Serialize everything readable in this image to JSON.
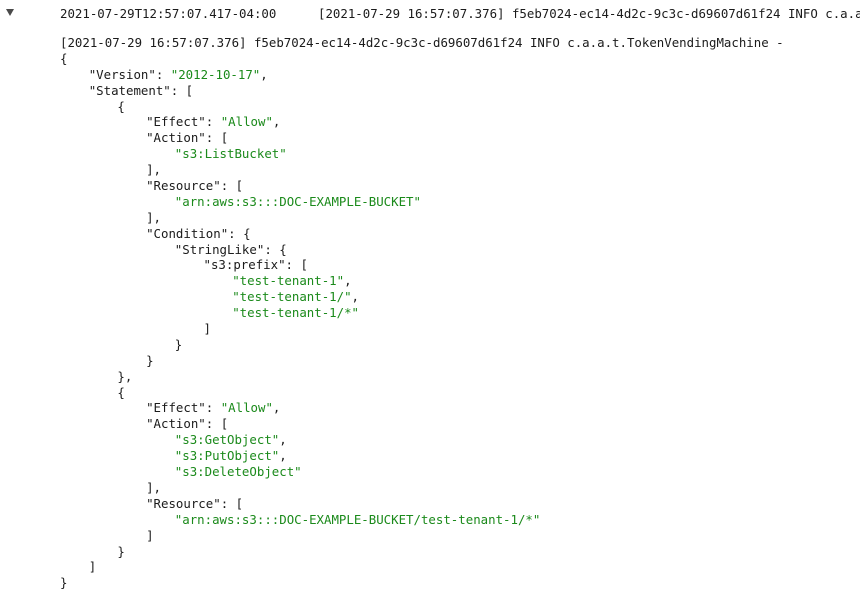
{
  "entry": {
    "timestamp": "2021-07-29T12:57:07.417-04:00",
    "summary": "[2021-07-29 16:57:07.376] f5eb7024-ec14-4d2c-9c3c-d69607d61f24 INFO c.a.a.t.TokenVendingMachine -"
  },
  "message": {
    "prefix": "[2021-07-29 16:57:07.376] f5eb7024-ec14-4d2c-9c3c-d69607d61f24 INFO c.a.a.t.TokenVendingMachine -",
    "lines": [
      {
        "indent": 0,
        "text": "{"
      },
      {
        "indent": 1,
        "key": "\"Version\": ",
        "value": "\"2012-10-17\"",
        "suffix": ","
      },
      {
        "indent": 1,
        "text": "\"Statement\": ["
      },
      {
        "indent": 2,
        "text": "{"
      },
      {
        "indent": 3,
        "key": "\"Effect\": ",
        "value": "\"Allow\"",
        "suffix": ","
      },
      {
        "indent": 3,
        "text": "\"Action\": ["
      },
      {
        "indent": 4,
        "value": "\"s3:ListBucket\""
      },
      {
        "indent": 3,
        "text": "],"
      },
      {
        "indent": 3,
        "text": "\"Resource\": ["
      },
      {
        "indent": 4,
        "value": "\"arn:aws:s3:::DOC-EXAMPLE-BUCKET\""
      },
      {
        "indent": 3,
        "text": "],"
      },
      {
        "indent": 3,
        "text": "\"Condition\": {"
      },
      {
        "indent": 4,
        "text": "\"StringLike\": {"
      },
      {
        "indent": 5,
        "text": "\"s3:prefix\": ["
      },
      {
        "indent": 6,
        "value": "\"test-tenant-1\"",
        "suffix": ","
      },
      {
        "indent": 6,
        "value": "\"test-tenant-1/\"",
        "suffix": ","
      },
      {
        "indent": 6,
        "value": "\"test-tenant-1/*\""
      },
      {
        "indent": 5,
        "text": "]"
      },
      {
        "indent": 4,
        "text": "}"
      },
      {
        "indent": 3,
        "text": "}"
      },
      {
        "indent": 2,
        "text": "},"
      },
      {
        "indent": 2,
        "text": "{"
      },
      {
        "indent": 3,
        "key": "\"Effect\": ",
        "value": "\"Allow\"",
        "suffix": ","
      },
      {
        "indent": 3,
        "text": "\"Action\": ["
      },
      {
        "indent": 4,
        "value": "\"s3:GetObject\"",
        "suffix": ","
      },
      {
        "indent": 4,
        "value": "\"s3:PutObject\"",
        "suffix": ","
      },
      {
        "indent": 4,
        "value": "\"s3:DeleteObject\""
      },
      {
        "indent": 3,
        "text": "],"
      },
      {
        "indent": 3,
        "text": "\"Resource\": ["
      },
      {
        "indent": 4,
        "value": "\"arn:aws:s3:::DOC-EXAMPLE-BUCKET/test-tenant-1/*\""
      },
      {
        "indent": 3,
        "text": "]"
      },
      {
        "indent": 2,
        "text": "}"
      },
      {
        "indent": 1,
        "text": "]"
      },
      {
        "indent": 0,
        "text": "}"
      }
    ]
  },
  "colors": {
    "text": "#1b1b1b",
    "string_value": "#1b8a1b",
    "background": "#ffffff"
  },
  "icons": {
    "toggle": "caret-down-icon"
  }
}
